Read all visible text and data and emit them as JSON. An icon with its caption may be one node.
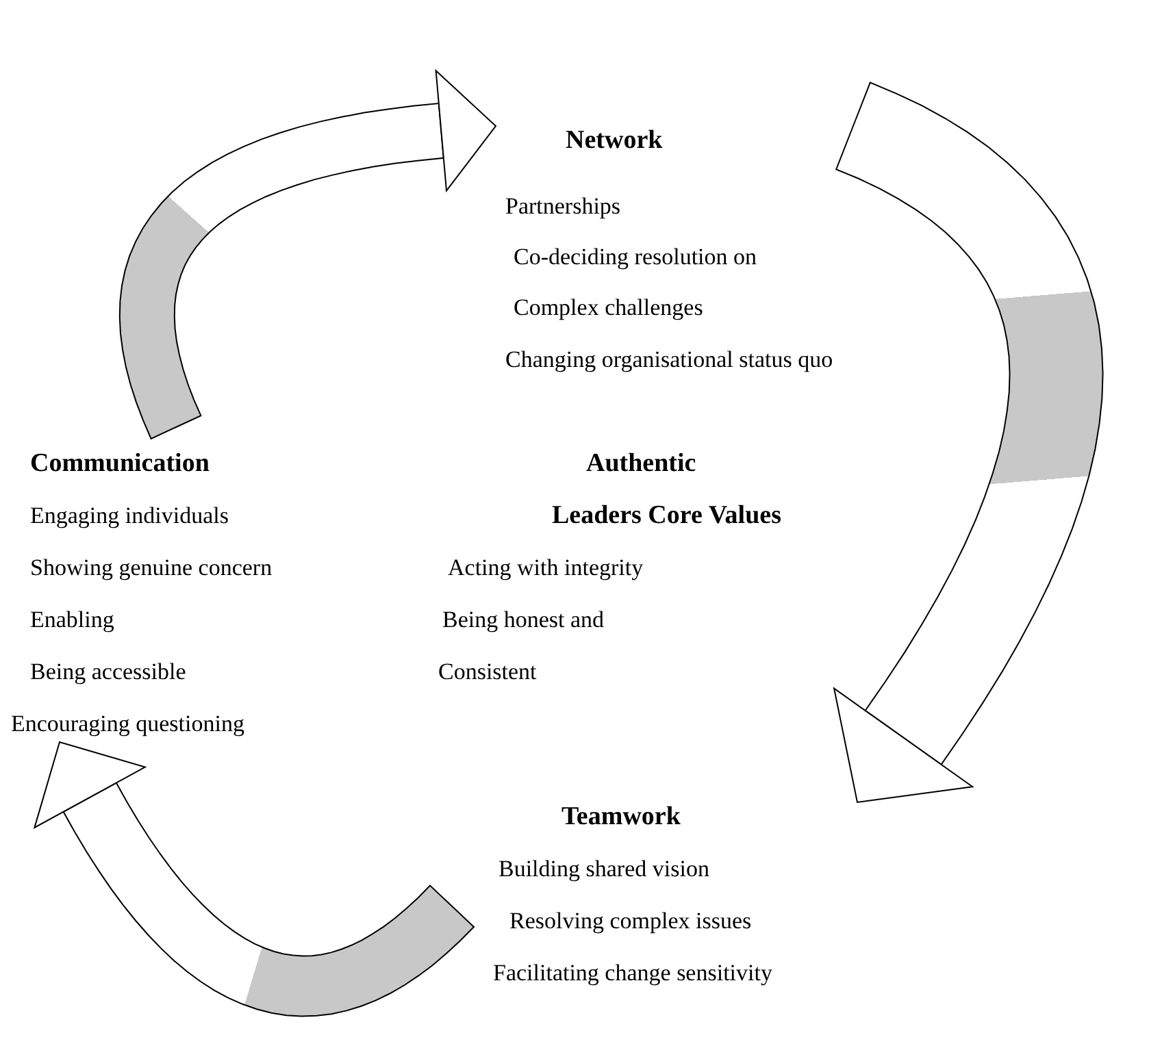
{
  "diagram": {
    "nodes": [
      {
        "text": [
          "Network",
          "Partnerships",
          "Co-deciding resolution on",
          "Complex challenges",
          "Changing organisational status quo"
        ]
      },
      {
        "text": [
          "Communication",
          "Engaging individuals",
          "Showing genuine concern",
          "Enabling",
          "Being accessible",
          "Encouraging questioning"
        ]
      },
      {
        "text": [
          "Authentic",
          "Leaders Core Values",
          "Acting with integrity",
          "Being honest and",
          "Consistent"
        ]
      },
      {
        "text": [
          "Teamwork",
          "Building shared vision",
          "Resolving complex issues",
          "Facilitating change sensitivity"
        ]
      }
    ],
    "edges": [
      {
        "from": 1,
        "to": 0,
        "arrow": "to"
      },
      {
        "from": 0,
        "to": 3,
        "arrow": "to"
      },
      {
        "from": 3,
        "to": 1,
        "arrow": "to"
      }
    ]
  }
}
